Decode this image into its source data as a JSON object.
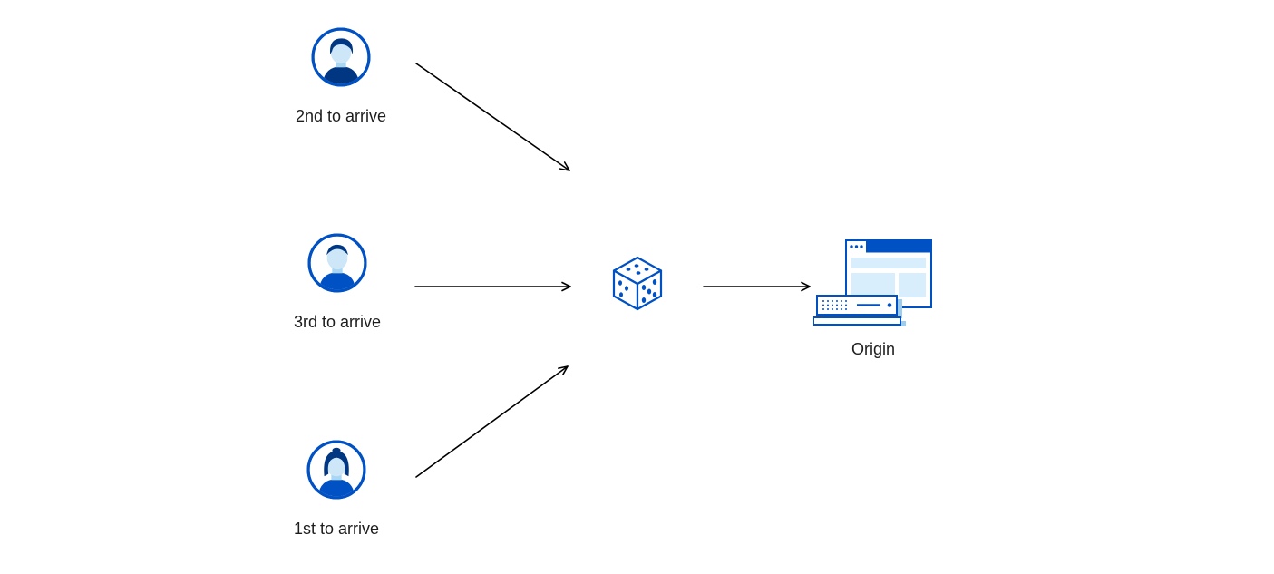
{
  "diagram": {
    "clients": [
      {
        "label": "2nd to arrive",
        "icon": "user-avatar-male-dark-hair"
      },
      {
        "label": "3rd to arrive",
        "icon": "user-avatar-male-short-hair"
      },
      {
        "label": "1st to arrive",
        "icon": "user-avatar-female"
      }
    ],
    "selector": {
      "icon": "dice-icon"
    },
    "origin": {
      "label": "Origin",
      "icon": "origin-server-icon"
    },
    "arrows": [
      {
        "from": "client-2nd-to-arrive",
        "to": "dice"
      },
      {
        "from": "client-3rd-to-arrive",
        "to": "dice"
      },
      {
        "from": "client-1st-to-arrive",
        "to": "dice"
      },
      {
        "from": "dice",
        "to": "origin"
      }
    ],
    "colors": {
      "primary_blue": "#0051c3",
      "dark_blue": "#003682",
      "light_blue": "#d9eefc",
      "shadow_blue": "#9cccee",
      "face_blue": "#cde7f9",
      "neck_blue": "#a9d6f2",
      "arrow_black": "#000000",
      "text": "#1d1d1d",
      "background": "#ffffff"
    }
  }
}
